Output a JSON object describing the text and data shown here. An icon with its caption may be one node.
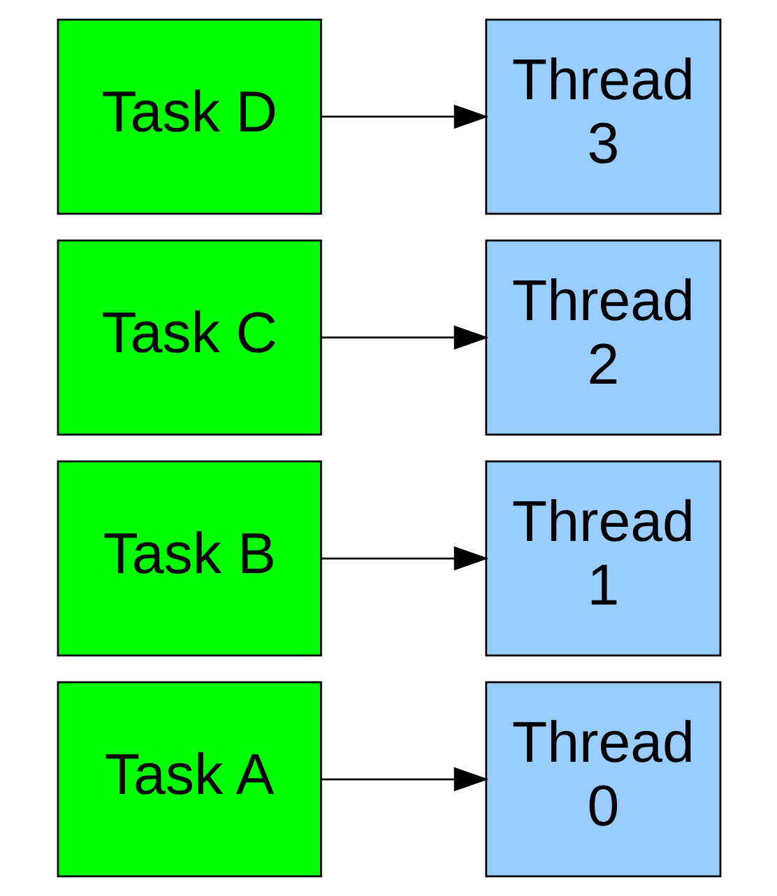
{
  "diagram": {
    "nodes": [
      {
        "text": [
          "Task A"
        ]
      },
      {
        "text": [
          "Thread 0"
        ]
      },
      {
        "text": [
          "Task B"
        ]
      },
      {
        "text": [
          "Thread 1"
        ]
      },
      {
        "text": [
          "Task C"
        ]
      },
      {
        "text": [
          "Thread 2"
        ]
      },
      {
        "text": [
          "Task D"
        ]
      },
      {
        "text": [
          "Thread 3"
        ]
      }
    ],
    "edges": [
      {
        "from": 0,
        "to": 1,
        "arrow": "to"
      },
      {
        "from": 2,
        "to": 3,
        "arrow": "to"
      },
      {
        "from": 4,
        "to": 5,
        "arrow": "to"
      },
      {
        "from": 6,
        "to": 7,
        "arrow": "to"
      }
    ]
  }
}
